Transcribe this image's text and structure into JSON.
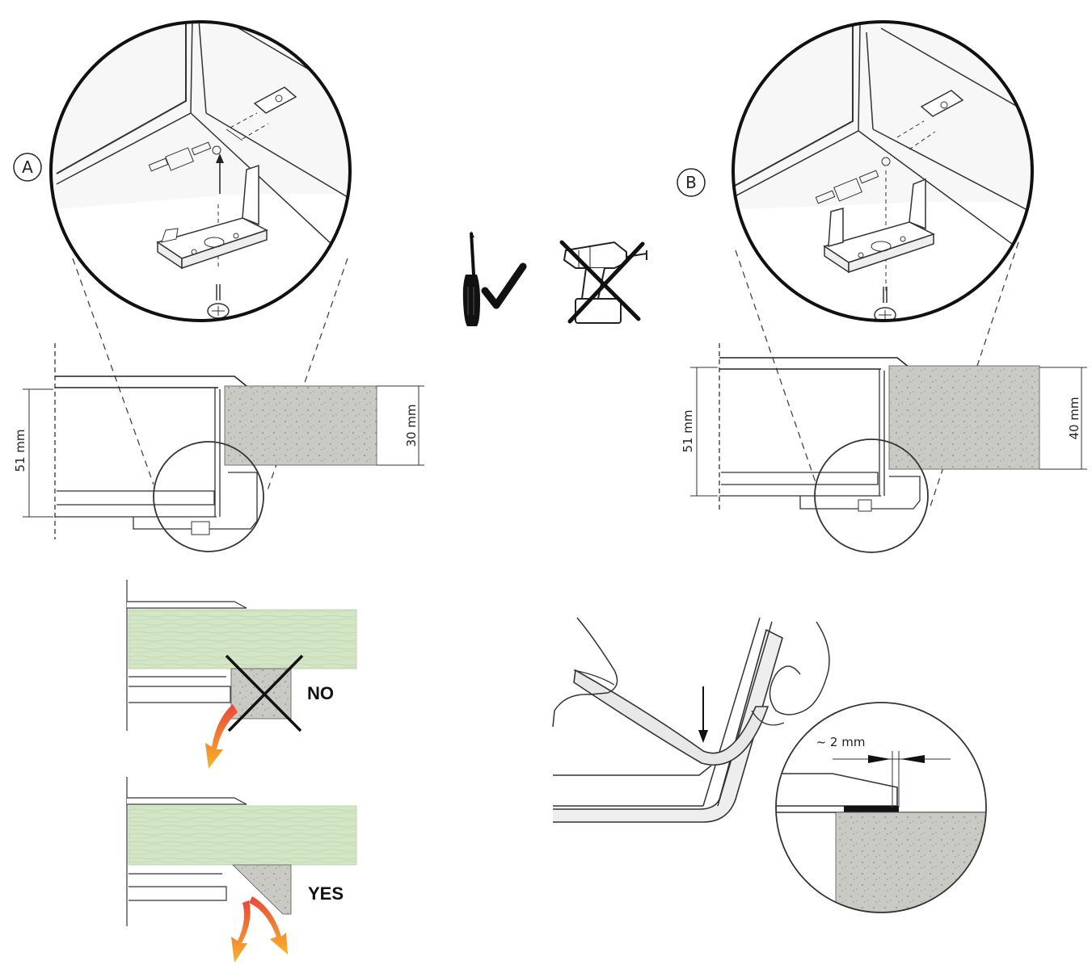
{
  "markers": {
    "a": "A",
    "b": "B"
  },
  "dimensions": {
    "a_total": "51 mm",
    "a_worktop": "30 mm",
    "b_total": "51 mm",
    "b_worktop": "40 mm",
    "gap": "~ 2 mm"
  },
  "tools": {
    "screwdriver": "screwdriver-icon",
    "power_drill": "power-drill-icon",
    "allowed": "checkmark-icon",
    "forbidden": "cross-icon"
  },
  "placement": {
    "no_label": "NO",
    "yes_label": "YES"
  },
  "colors": {
    "line": "#222222",
    "worktop_stone": "#c9c9c4",
    "green_panel": "#d3e6c6",
    "heat_arrow": "#f39a2a"
  }
}
